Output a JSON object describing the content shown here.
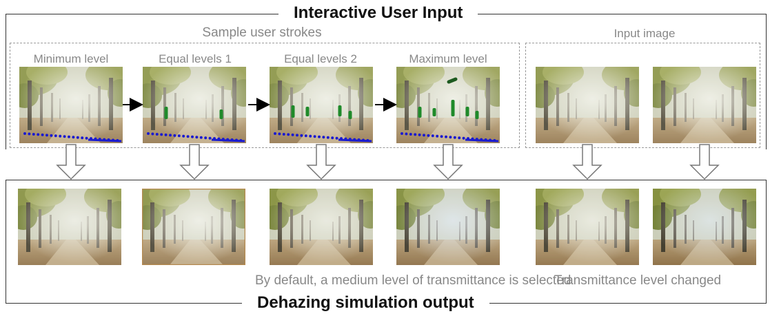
{
  "top_section": {
    "title": "Interactive User Input",
    "strokes_group_label": "Sample user strokes",
    "input_group_label": "Input image",
    "stroke_examples": [
      {
        "label": "Minimum level"
      },
      {
        "label": "Equal levels 1"
      },
      {
        "label": "Equal levels 2"
      },
      {
        "label": "Maximum level"
      }
    ]
  },
  "bottom_section": {
    "title": "Dehazing simulation output",
    "default_caption": "By default, a medium level of transmittance is selected",
    "changed_caption": "Transmittance level changed"
  },
  "colors": {
    "stroke_blue": "#1a1ad0",
    "stroke_green": "#1f8a2a"
  }
}
